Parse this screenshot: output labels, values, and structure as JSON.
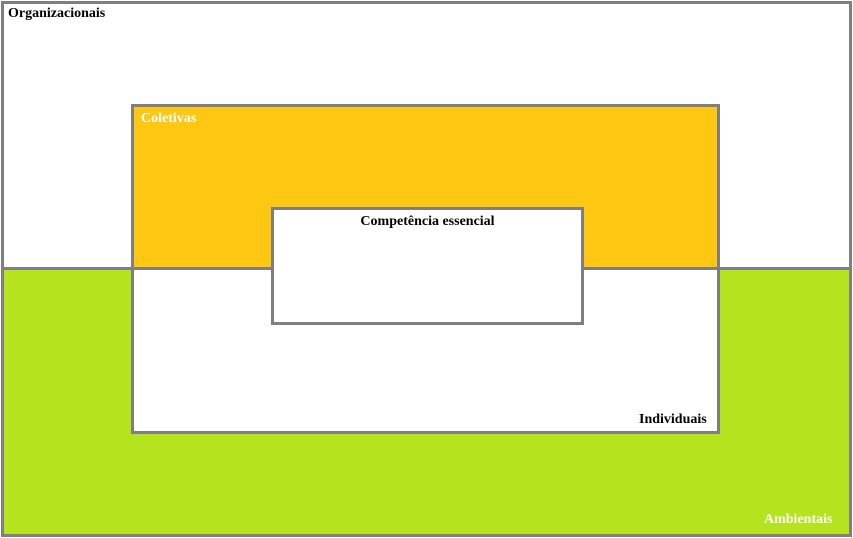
{
  "colors": {
    "border": "#7f7f7f",
    "coletivas_fill": "#fec711",
    "ambientais_fill": "#b5e41f",
    "white_fill": "#ffffff",
    "dark_text": "#000000",
    "light_text": "#ffffff"
  },
  "labels": {
    "organizacionais": "Organizacionais",
    "coletivas": "Coletivas",
    "competencia": "Competência essencial",
    "individuais": "Individuais",
    "ambientais": "Ambientais"
  }
}
